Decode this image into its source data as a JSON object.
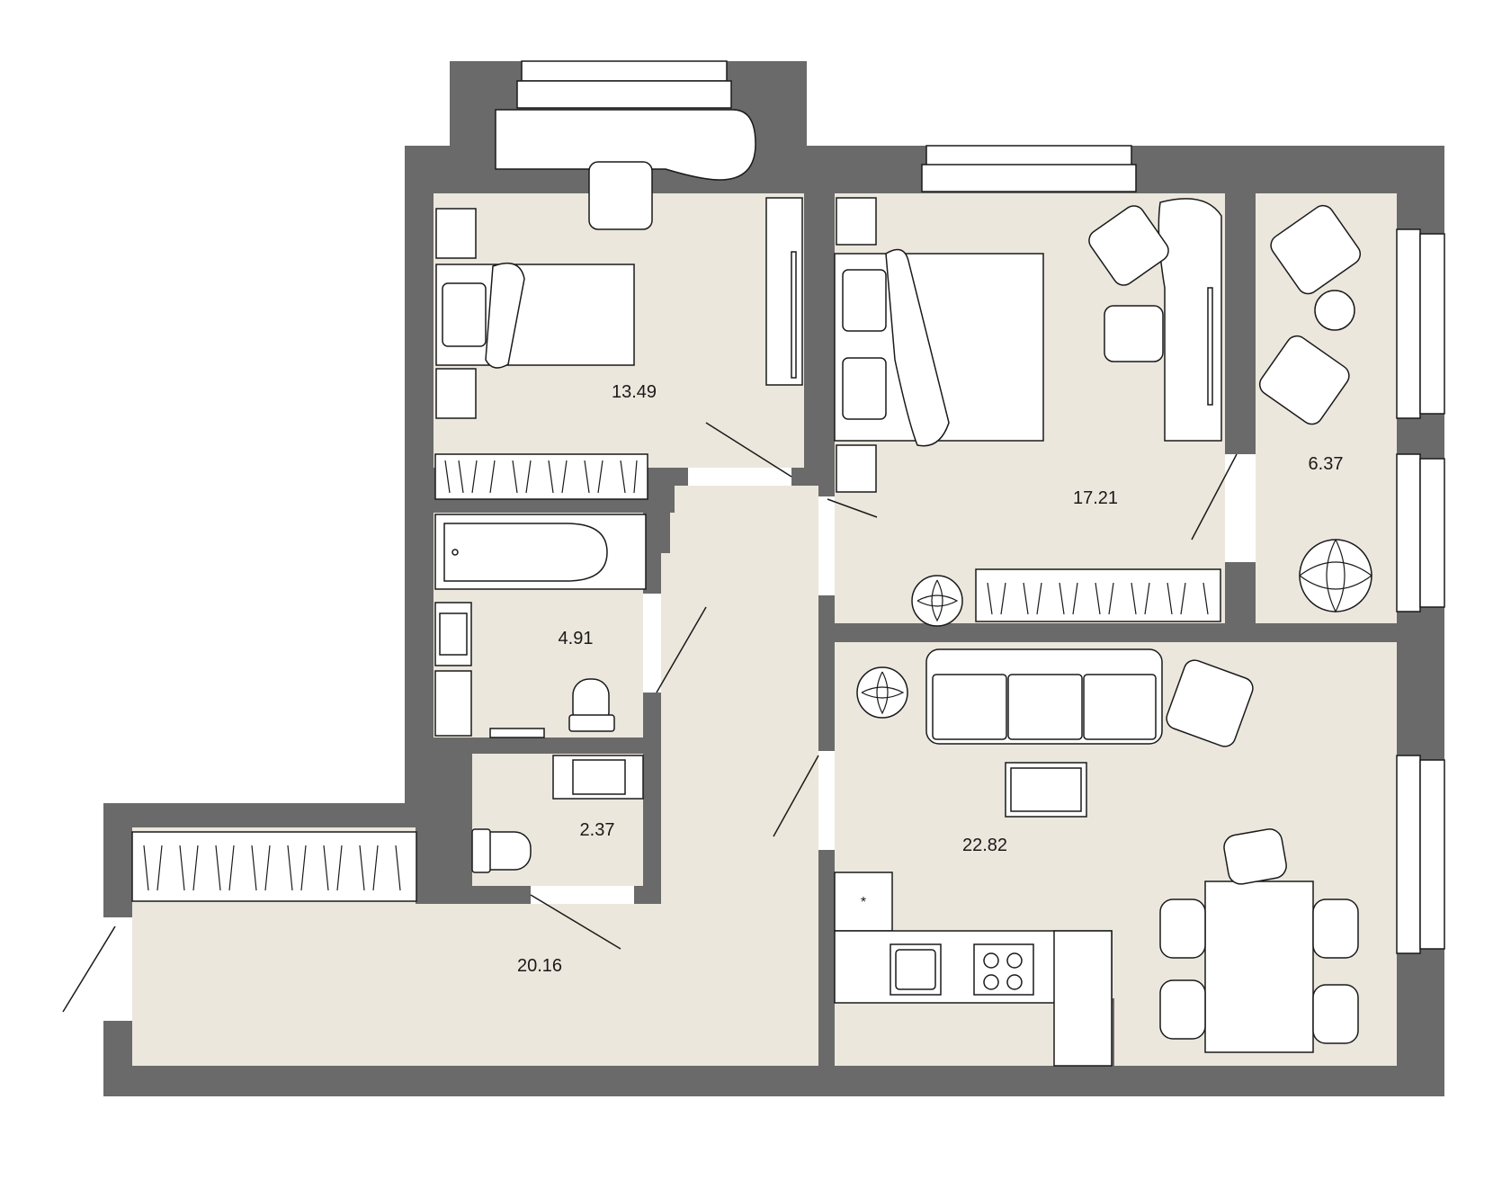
{
  "colors": {
    "wall": "#6a6a6a",
    "floor": "#ece7dd",
    "furniture_fill": "#ffffff",
    "furniture_stroke": "#1a1a1a",
    "label": "#1a1a1a"
  },
  "rooms": {
    "bedroom_1": {
      "area": "13.49"
    },
    "bedroom_2": {
      "area": "17.21"
    },
    "loggia": {
      "area": "6.37"
    },
    "bathroom": {
      "area": "4.91"
    },
    "toilet": {
      "area": "2.37"
    },
    "hallway": {
      "area": "20.16"
    },
    "living_kitchen": {
      "area": "22.82"
    }
  },
  "icons": [
    "bed-icon",
    "desk-icon",
    "chair-icon",
    "armchair-icon",
    "sofa-icon",
    "wardrobe-icon",
    "bathtub-icon",
    "sink-icon",
    "toilet-icon",
    "washer-icon",
    "stove-icon",
    "plant-icon",
    "dining-table-icon",
    "tv-icon",
    "door-icon",
    "window-icon"
  ]
}
